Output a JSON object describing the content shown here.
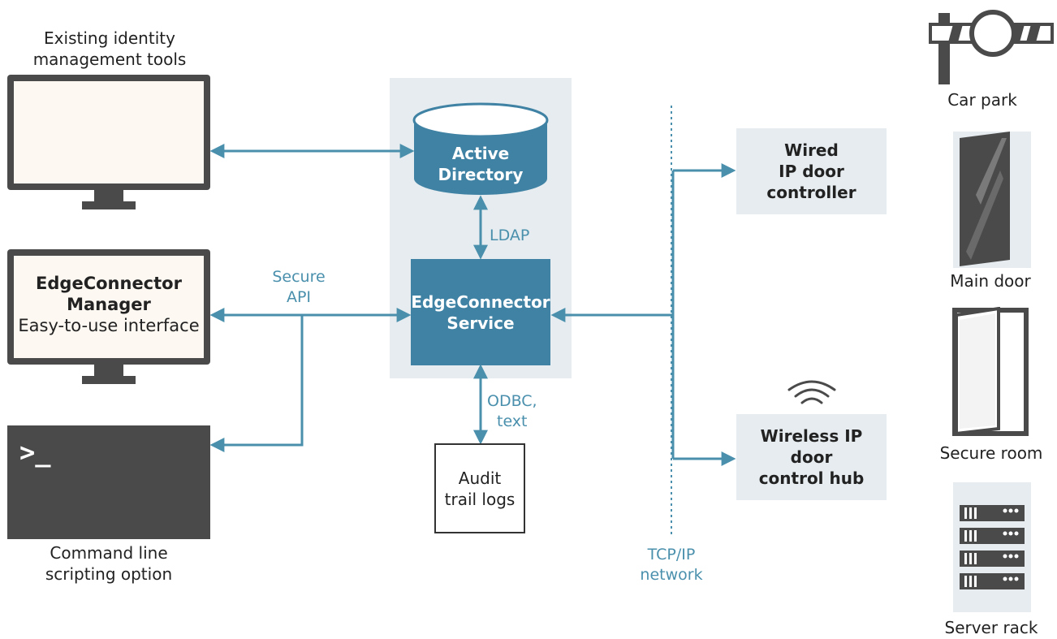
{
  "identity_tools": {
    "line1": "Existing identity",
    "line2": "management tools"
  },
  "manager": {
    "line1": "EdgeConnector",
    "line2": "Manager",
    "line3": "Easy-to-use interface"
  },
  "cli": {
    "prompt": ">_",
    "line1": "Command line",
    "line2": "scripting option"
  },
  "secure_api": {
    "line1": "Secure",
    "line2": "API"
  },
  "active_directory": {
    "line1": "Active",
    "line2": "Directory"
  },
  "ldap": "LDAP",
  "service": {
    "line1": "EdgeConnector",
    "line2": "Service"
  },
  "odbc": {
    "line1": "ODBC,",
    "line2": "text"
  },
  "audit": {
    "line1": "Audit",
    "line2": "trail logs"
  },
  "network": {
    "line1": "TCP/IP",
    "line2": "network"
  },
  "wired": {
    "line1": "Wired",
    "line2": "IP door",
    "line3": "controller"
  },
  "wireless": {
    "line1": "Wireless IP",
    "line2": "door",
    "line3": "control hub"
  },
  "devices": {
    "car_park": "Car park",
    "main_door": "Main door",
    "secure_room": "Secure room",
    "server_rack": "Server rack"
  },
  "colors": {
    "accent": "#4a90ad",
    "service_box": "#3f82a4",
    "panel": "#e6ecef",
    "dark": "#4a4a4a"
  }
}
